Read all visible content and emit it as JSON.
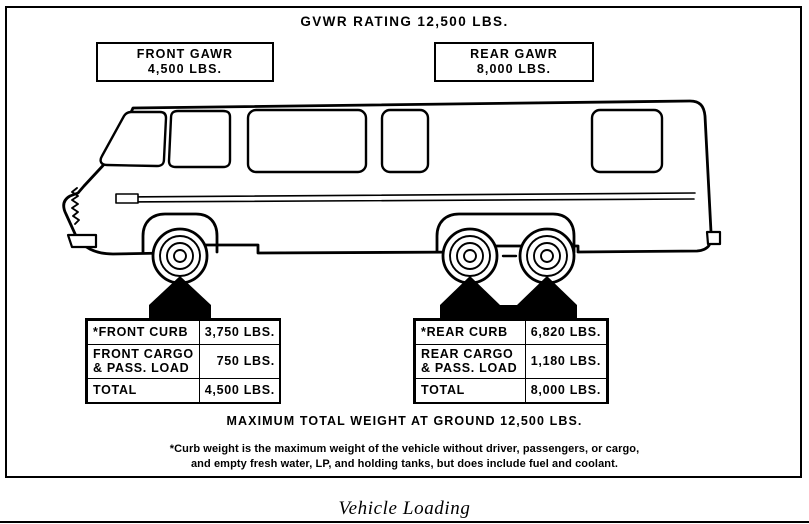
{
  "diagram": {
    "title": "GVWR RATING 12,500 LBS.",
    "caption": "Vehicle Loading",
    "max_total_line": "MAXIMUM TOTAL WEIGHT AT GROUND 12,500 LBS.",
    "footnote_line1": "*Curb weight is the maximum weight of the vehicle without driver, passengers, or cargo,",
    "footnote_line2": "and empty fresh water, LP, and holding tanks, but does include fuel and coolant.",
    "line_color": "#000000",
    "background_color": "#ffffff"
  },
  "gawr": {
    "front": {
      "label": "FRONT GAWR",
      "value": "4,500 LBS."
    },
    "rear": {
      "label": "REAR GAWR",
      "value": "8,000 LBS."
    }
  },
  "front_table": {
    "rows": [
      {
        "label": "*FRONT CURB",
        "value": "3,750 LBS."
      },
      {
        "label": "FRONT CARGO",
        "label2": "& PASS. LOAD",
        "value": "750 LBS."
      },
      {
        "label": "TOTAL",
        "value": "4,500 LBS."
      }
    ]
  },
  "rear_table": {
    "rows": [
      {
        "label": "*REAR CURB",
        "value": "6,820 LBS."
      },
      {
        "label": "REAR CARGO",
        "label2": "& PASS. LOAD",
        "value": "1,180 LBS."
      },
      {
        "label": "TOTAL",
        "value": "8,000 LBS."
      }
    ]
  },
  "vehicle": {
    "type": "class-a-motorhome-side-view",
    "axles": [
      {
        "name": "front-axle",
        "wheels": 1
      },
      {
        "name": "rear-axle",
        "wheels": 2
      }
    ],
    "windows": [
      "windshield",
      "driver-window",
      "large-side-window",
      "small-side-window",
      "rear-side-window"
    ]
  }
}
